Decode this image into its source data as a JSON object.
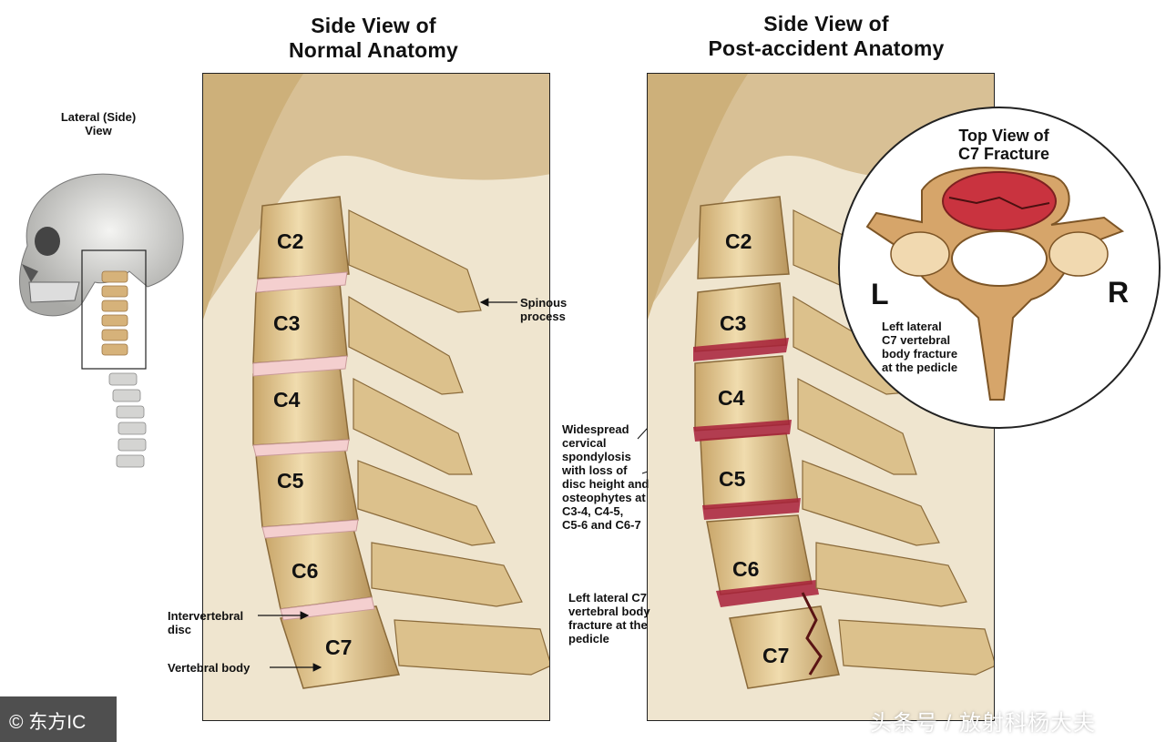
{
  "left_panel": {
    "title_line1": "Side View of",
    "title_line2": "Normal Anatomy",
    "vertebrae": [
      "C2",
      "C3",
      "C4",
      "C5",
      "C6",
      "C7"
    ],
    "labels": {
      "spinous_process": [
        "Spinous",
        "process"
      ],
      "intervertebral_disc": [
        "Intervertebral",
        "disc"
      ],
      "vertebral_body": "Vertebral body"
    }
  },
  "skull": {
    "caption_line1": "Lateral (Side)",
    "caption_line2": "View"
  },
  "right_panel": {
    "title_line1": "Side View of",
    "title_line2": "Post-accident Anatomy",
    "vertebrae": [
      "C2",
      "C3",
      "C4",
      "C5",
      "C6",
      "C7"
    ],
    "labels": {
      "spondylosis": [
        "Widespread",
        "cervical",
        "spondylosis",
        "with loss of",
        "disc height and",
        "osteophytes at",
        "C3-4, C4-5,",
        "C5-6 and C6-7"
      ],
      "fracture": [
        "Left lateral C7",
        "vertebral body",
        "fracture at the",
        "pedicle"
      ]
    }
  },
  "inset": {
    "title_line1": "Top View of",
    "title_line2": "C7 Fracture",
    "left_mark": "L",
    "right_mark": "R",
    "caption": [
      "Left lateral",
      "C7 vertebral",
      "body fracture",
      "at the pedicle"
    ]
  },
  "watermarks": {
    "bottom_left": "© 东方IC",
    "bottom_right": "头条号 / 放射科杨大夫"
  },
  "colors": {
    "bone": "#e3cc9a",
    "bone_shadow": "#b8955c",
    "disc": "#f2c9c9",
    "injury": "#b2243a",
    "arrow": "#1a1760"
  }
}
